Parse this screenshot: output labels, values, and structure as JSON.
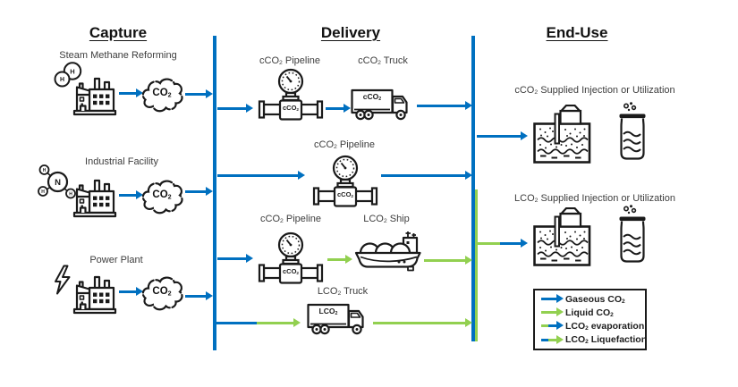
{
  "headers": {
    "capture": "Capture",
    "delivery": "Delivery",
    "enduse": "End-Use"
  },
  "colors": {
    "gaseous_blue": "#0070C0",
    "liquid_green": "#92D050",
    "icon_stroke": "#1a1a1a"
  },
  "capture": {
    "sources": [
      {
        "name": "Steam Methane Reforming"
      },
      {
        "name": "Industrial Facility"
      },
      {
        "name": "Power Plant"
      }
    ],
    "cloud_label": {
      "main": "CO",
      "sub": "2"
    },
    "molecules": {
      "smr": [
        "H",
        "H"
      ],
      "industrial_center": "N",
      "industrial_satellites": [
        "H",
        "H",
        "H"
      ]
    }
  },
  "delivery": {
    "labels": {
      "pipeline1": {
        "pre": "cCO",
        "sub": "2",
        "post": " Pipeline"
      },
      "truck1": {
        "pre": "cCO",
        "sub": "2",
        "post": " Truck"
      },
      "pipeline2": {
        "pre": "cCO",
        "sub": "2",
        "post": " Pipeline"
      },
      "pipeline3": {
        "pre": "cCO",
        "sub": "2",
        "post": " Pipeline"
      },
      "ship": {
        "pre": "LCO",
        "sub": "2",
        "post": " Ship"
      },
      "truck2": {
        "pre": "LCO",
        "sub": "2",
        "post": " Truck"
      }
    },
    "badges": {
      "pipeline": {
        "pre": "cCO",
        "sub": "2"
      },
      "truck1": {
        "pre": "cCO",
        "sub": "2"
      },
      "truck2": {
        "pre": "LCO",
        "sub": "2"
      }
    }
  },
  "enduse": {
    "row1_label": {
      "pre": "cCO",
      "sub": "2",
      "post": " Supplied Injection or Utilization"
    },
    "row2_label": {
      "pre": "LCO",
      "sub": "2",
      "post": " Supplied Injection or Utilization"
    }
  },
  "legend": {
    "items": [
      {
        "pre": "Gaseous CO",
        "sub": "2",
        "post": "",
        "style": "blue"
      },
      {
        "pre": "Liquid CO",
        "sub": "2",
        "post": "",
        "style": "green"
      },
      {
        "pre": "LCO",
        "sub": "2",
        "post": " evaporation",
        "style": "green_to_blue"
      },
      {
        "pre": "LCO",
        "sub": "2",
        "post": " Liquefaction",
        "style": "blue_to_green"
      }
    ]
  }
}
